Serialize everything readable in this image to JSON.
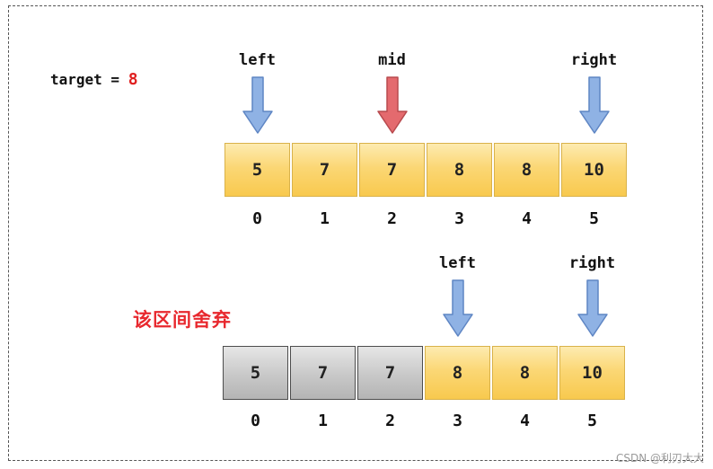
{
  "target": {
    "label": "target = ",
    "value": "8"
  },
  "discard_note": "该区间舍弃",
  "row1": {
    "pointers": [
      {
        "label": "left",
        "index": 0,
        "color": "blue"
      },
      {
        "label": "mid",
        "index": 2,
        "color": "red"
      },
      {
        "label": "right",
        "index": 5,
        "color": "blue"
      }
    ],
    "cells": [
      {
        "value": "5",
        "state": "active"
      },
      {
        "value": "7",
        "state": "active"
      },
      {
        "value": "7",
        "state": "active"
      },
      {
        "value": "8",
        "state": "active"
      },
      {
        "value": "8",
        "state": "active"
      },
      {
        "value": "10",
        "state": "active"
      }
    ],
    "indices": [
      "0",
      "1",
      "2",
      "3",
      "4",
      "5"
    ]
  },
  "row2": {
    "pointers": [
      {
        "label": "left",
        "index": 3,
        "color": "blue"
      },
      {
        "label": "right",
        "index": 5,
        "color": "blue"
      }
    ],
    "cells": [
      {
        "value": "5",
        "state": "discarded"
      },
      {
        "value": "7",
        "state": "discarded"
      },
      {
        "value": "7",
        "state": "discarded"
      },
      {
        "value": "8",
        "state": "active"
      },
      {
        "value": "8",
        "state": "active"
      },
      {
        "value": "10",
        "state": "active"
      }
    ],
    "indices": [
      "0",
      "1",
      "2",
      "3",
      "4",
      "5"
    ]
  },
  "colors": {
    "active_cell": "#f8c94e",
    "discarded_cell": "#bdbdbd",
    "pointer_blue": "#8fb2e4",
    "pointer_red": "#e46a6e",
    "note_red": "#e8282e"
  },
  "watermark": "CSDN @利刃大大"
}
